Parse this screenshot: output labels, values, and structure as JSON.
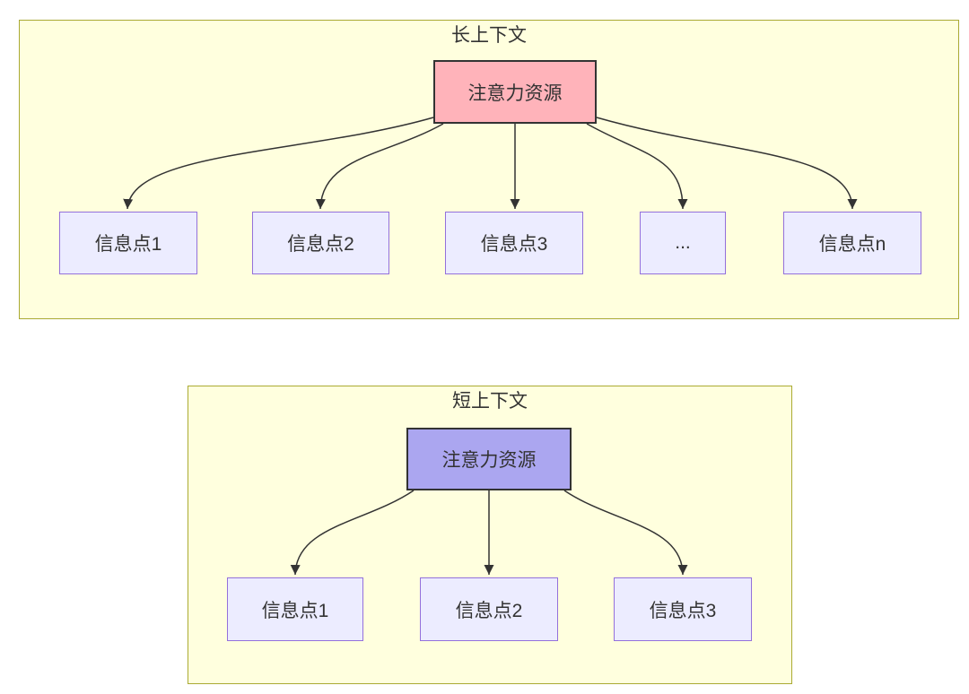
{
  "diagram": {
    "long_context": {
      "title": "长上下文",
      "root": {
        "label": "注意力资源"
      },
      "children": [
        {
          "label": "信息点1"
        },
        {
          "label": "信息点2"
        },
        {
          "label": "信息点3"
        },
        {
          "label": "..."
        },
        {
          "label": "信息点n"
        }
      ]
    },
    "short_context": {
      "title": "短上下文",
      "root": {
        "label": "注意力资源"
      },
      "children": [
        {
          "label": "信息点1"
        },
        {
          "label": "信息点2"
        },
        {
          "label": "信息点3"
        }
      ]
    },
    "colors": {
      "group_fill": "#ffffde",
      "group_border": "#aaaa33",
      "node_fill": "#ececff",
      "node_border": "#9370db",
      "long_root_fill": "#ffb3ba",
      "short_root_fill": "#aba6f0",
      "root_border": "#333333",
      "arrow": "#333333",
      "text": "#333333"
    }
  }
}
